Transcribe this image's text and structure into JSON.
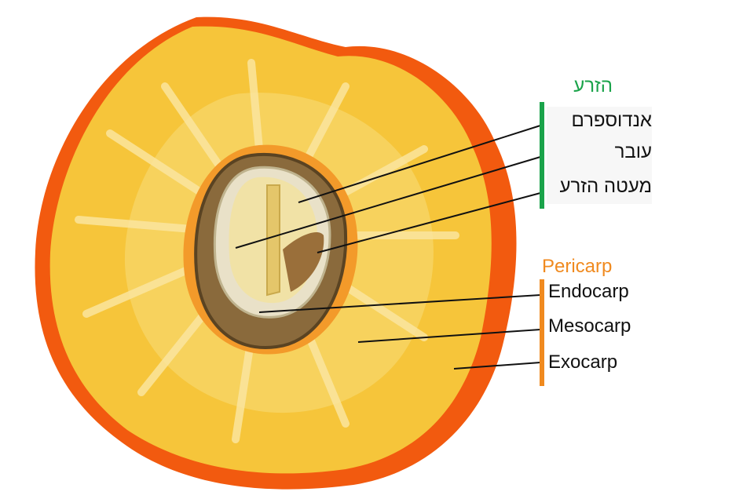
{
  "seed_group": {
    "title": "הזרע",
    "color": "#1aa34a",
    "labels": [
      "אנדוספרם",
      "עובר",
      "מעטה הזרע"
    ]
  },
  "pericarp_group": {
    "title": "Pericarp",
    "color": "#f08a1f",
    "labels": [
      "Endocarp",
      "Mesocarp",
      "Exocarp"
    ]
  },
  "colors": {
    "exocarp": "#f25a0f",
    "mesocarp": "#f6c53a",
    "mesocarp_light": "#f8dc7a",
    "endocarp_shell": "#8a6a3c",
    "seed_coat": "#e9e1c8",
    "endosperm": "#f1e2a6"
  }
}
